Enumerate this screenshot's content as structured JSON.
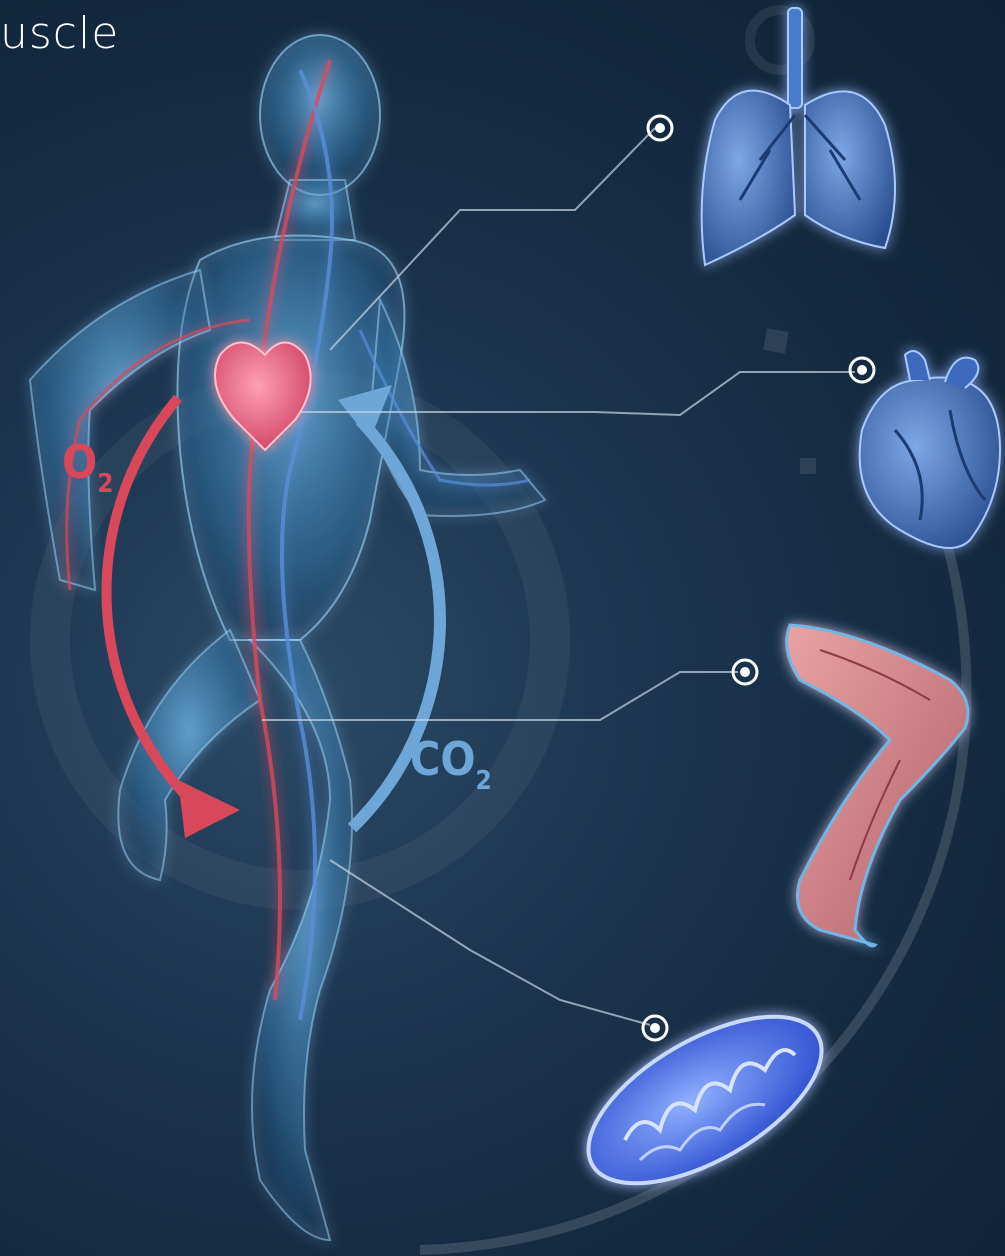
{
  "header": {
    "title_fragment": "uscle"
  },
  "gases": {
    "oxygen": {
      "symbol": "O",
      "subscript": "2",
      "color": "#d9485a"
    },
    "carbon_dioxide": {
      "symbol": "CO",
      "subscript": "2",
      "color": "#6fa6d8"
    }
  },
  "organ_icons": [
    "lungs-icon",
    "heart-icon",
    "leg-muscle-icon",
    "mitochondrion-icon"
  ],
  "colors": {
    "background": "#142a40",
    "body_glow": "#8fd0ff",
    "artery": "#d9485a",
    "vein": "#5a8fd8"
  }
}
